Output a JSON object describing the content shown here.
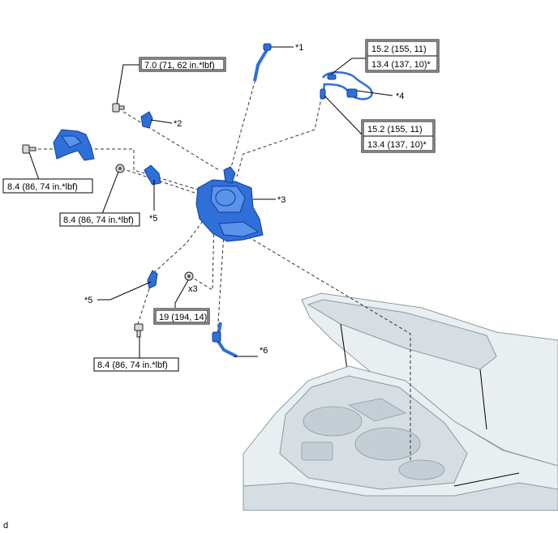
{
  "callouts": {
    "c1": "*1",
    "c2": "*2",
    "c3": "*3",
    "c4": "*4",
    "c5a": "*5",
    "c5b": "*5",
    "c6": "*6",
    "qty": "x3"
  },
  "torques": {
    "t_top": "7.0 (71, 62 in.*lbf)",
    "t_left": "8.4 (86, 74 in.*lbf)",
    "t_mid": "8.4 (86, 74 in.*lbf)",
    "t_bottom": "8.4 (86, 74 in.*lbf)",
    "t_center": "19 (194, 14)",
    "t_r1_line1": "15.2 (155, 11)",
    "t_r1_line2": "13.4 (137, 10)*",
    "t_r2_line1": "15.2 (155, 11)",
    "t_r2_line2": "13.4 (137, 10)*"
  },
  "corner_code": "d",
  "colors": {
    "part_blue": "#2f6fd8",
    "car_grey": "#e9eef1"
  }
}
